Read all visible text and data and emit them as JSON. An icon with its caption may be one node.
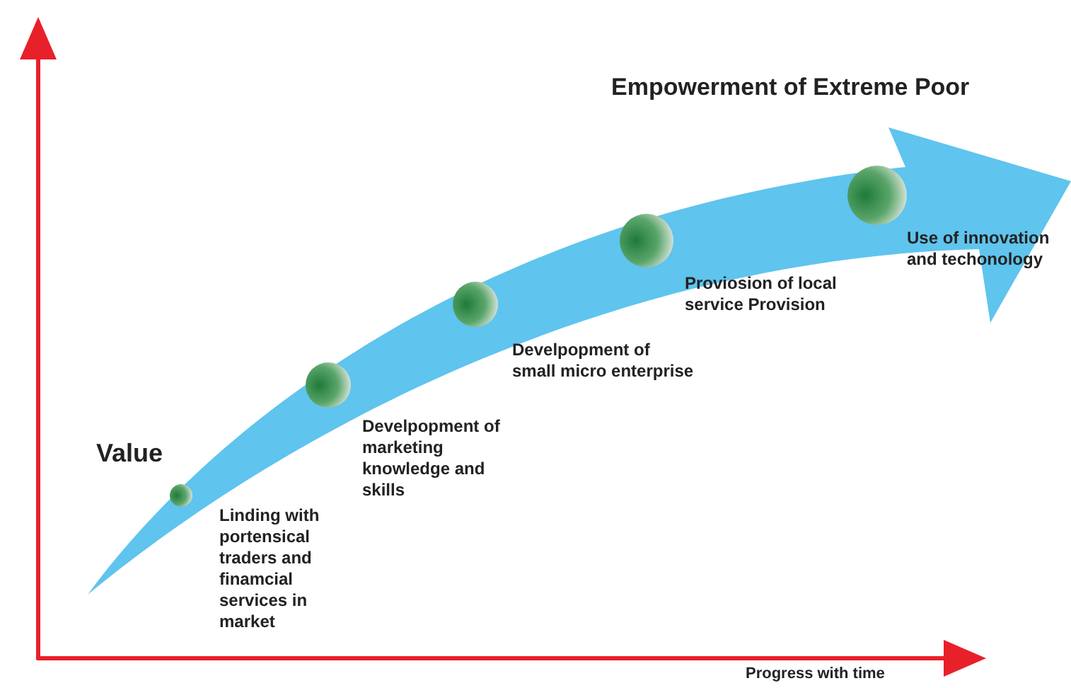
{
  "diagram": {
    "labels": [
      "Empowerment of Extreme Poor",
      "Value",
      "Linding with portensical traders and finamcial services in market",
      "Develpopment of marketing knowledge and skills",
      "Develpopment of small micro enterprise",
      "Proviosion of local service Provision",
      "Use of innovation and techonology",
      "Progress with time"
    ]
  }
}
